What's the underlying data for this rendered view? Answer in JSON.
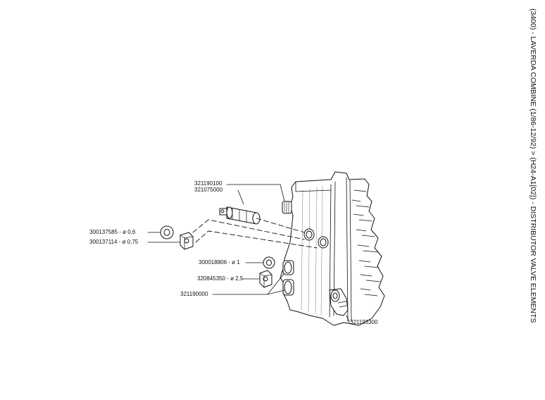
{
  "title": "(3400) - LAVERDA COMBINE (1/86-12/92) > (H24-A1[02]) - DISTRIBUTOR VALVE ELEMENTS",
  "parts": [
    {
      "number": "321190100",
      "spec": ""
    },
    {
      "number": "321075000",
      "spec": ""
    },
    {
      "number": "300137585",
      "spec": "ø 0,6"
    },
    {
      "number": "300137114",
      "spec": "ø 0,75"
    },
    {
      "number": "300018806",
      "spec": "ø 1"
    },
    {
      "number": "320845350",
      "spec": "ø 2,5"
    },
    {
      "number": "321190000",
      "spec": ""
    },
    {
      "number": "321193300",
      "spec": ""
    }
  ],
  "labels": {
    "p321190100": "321190100",
    "p321075000": "321075000",
    "p300137585": "300137585 - ø 0,6",
    "p300137114": "300137114 - ø 0,75",
    "p300018806": "300018806 - ø 1",
    "p320845350": "320845350 - ø 2,5",
    "p321190000": "321190000",
    "p321193300": "321193300"
  },
  "colors": {
    "ink": "#111111",
    "background": "#ffffff"
  }
}
